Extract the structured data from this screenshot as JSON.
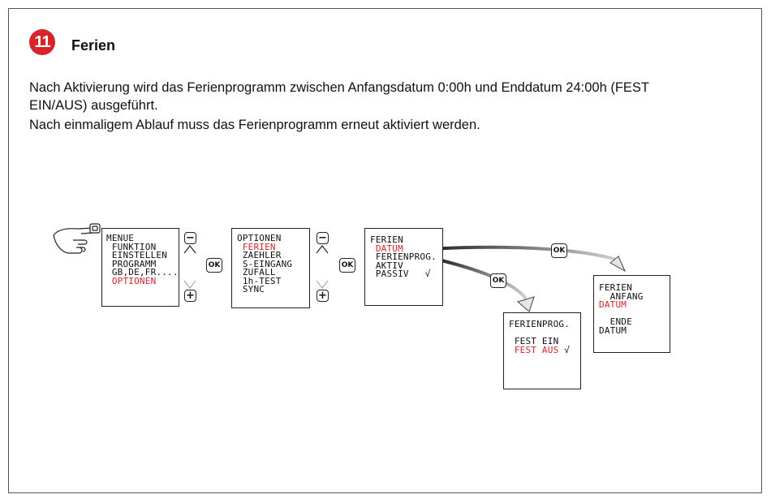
{
  "section": {
    "number": "11",
    "title": "Ferien"
  },
  "text": {
    "line1": "Nach Aktivierung wird das Ferienprogramm zwischen Anfangsdatum 0:00h und Enddatum 24:00h (FEST",
    "line2": "EIN/AUS) ausgeführt.",
    "line3": "Nach einmaligem Ablauf muss das Ferienprogramm erneut aktiviert werden."
  },
  "screens": {
    "menu": [
      "MENUE",
      " FUNKTION",
      " EINSTELLEN",
      " PROGRAMM",
      " GB,DE,FR....",
      " OPTIONEN"
    ],
    "optionen": [
      "OPTIONEN",
      " FERIEN",
      " ZAEHLER",
      " S-EINGANG",
      " ZUFALL",
      " 1h-TEST",
      " SYNC"
    ],
    "ferien": [
      "FERIEN",
      " DATUM",
      " FERIENPROG.",
      " AKTIV",
      " PASSIV"
    ],
    "ferienprog": [
      "FERIENPROG.",
      "",
      " FEST EIN",
      " FEST AUS"
    ],
    "datum": [
      "FERIEN",
      "  ANFANG",
      "DATUM",
      "",
      "  ENDE",
      "DATUM"
    ]
  },
  "keys": {
    "minus": "−",
    "plus": "+",
    "ok": "OK",
    "check": "√"
  },
  "colors": {
    "accent": "#d8232a",
    "text": "#111111",
    "border": "#555555"
  }
}
